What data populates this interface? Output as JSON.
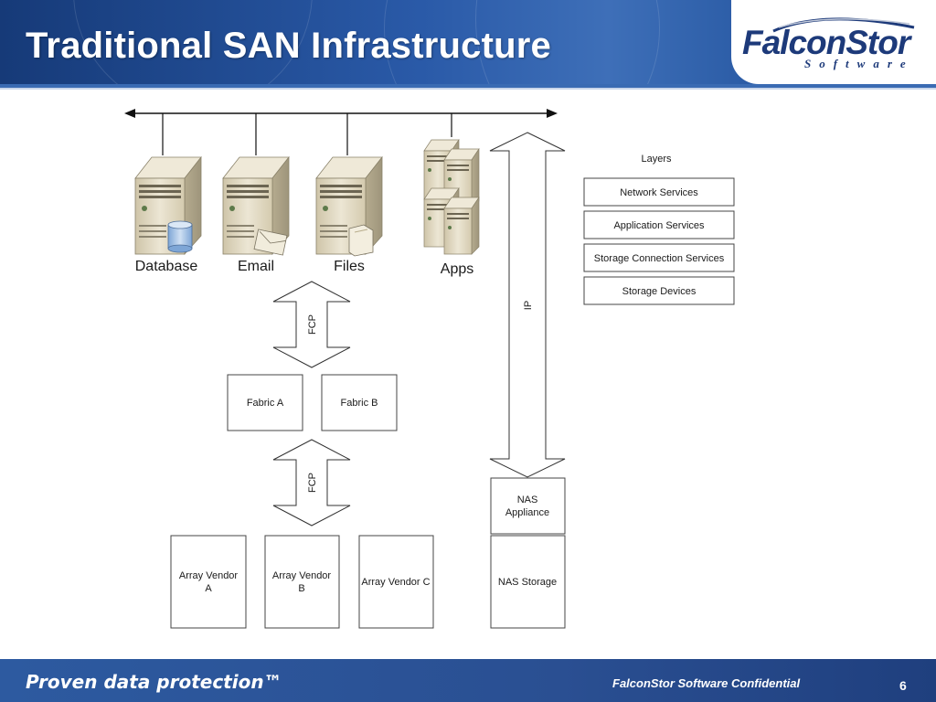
{
  "slide": {
    "title": "Traditional SAN Infrastructure",
    "logo": {
      "brand": "FalconStor",
      "sub": "Software"
    },
    "footer_tagline": "Proven data protection™",
    "footer_confidential": "FalconStor Software Confidential",
    "page_number": "6"
  },
  "diagram": {
    "servers": [
      {
        "label": "Database",
        "icon": "database-server-icon"
      },
      {
        "label": "Email",
        "icon": "email-server-icon"
      },
      {
        "label": "Files",
        "icon": "file-server-icon"
      },
      {
        "label": "Apps",
        "icon": "app-servers-icon"
      }
    ],
    "fcp_label": "FCP",
    "ip_label": "IP",
    "fabrics": [
      "Fabric A",
      "Fabric B"
    ],
    "arrays": [
      {
        "line1": "Array Vendor",
        "line2": "A"
      },
      {
        "line1": "Array Vendor",
        "line2": "B"
      },
      {
        "line1": "Array Vendor C",
        "line2": ""
      }
    ],
    "nas_appliance": {
      "line1": "NAS",
      "line2": "Appliance"
    },
    "nas_storage": "NAS Storage",
    "layers": {
      "title": "Layers",
      "items": [
        "Network Services",
        "Application Services",
        "Storage Connection Services",
        "Storage Devices"
      ]
    }
  },
  "colors": {
    "header_blue": "#2a5aa8",
    "logo_navy": "#1d3a7a",
    "server_beige": "#e4dcc6",
    "db_blue": "#9fc1e4"
  }
}
